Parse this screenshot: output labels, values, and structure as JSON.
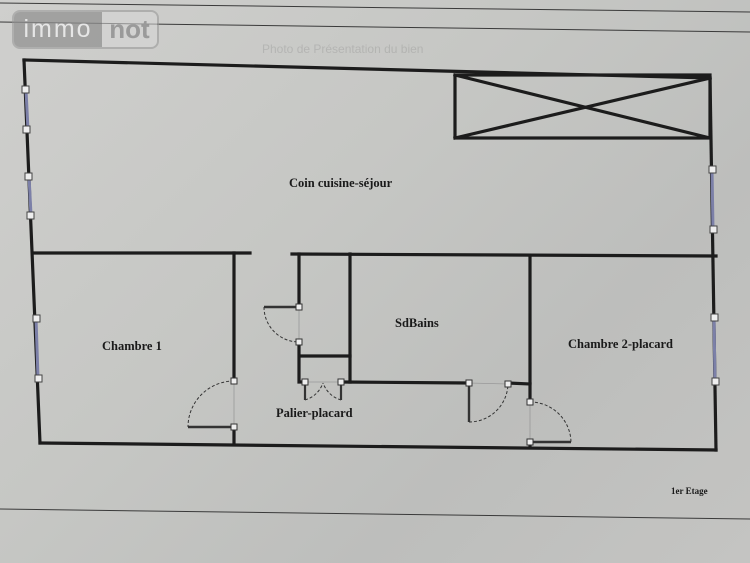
{
  "watermark": {
    "left_text": "immo",
    "right_text": "not"
  },
  "bleed_through_text": "Photo de Présentation du bien",
  "plan": {
    "floor_label": "1er Etage",
    "rooms": [
      {
        "id": "sejour",
        "label": "Coin cuisine-séjour"
      },
      {
        "id": "chambre1",
        "label": "Chambre 1"
      },
      {
        "id": "sdbains",
        "label": "SdBains"
      },
      {
        "id": "chambre2",
        "label": "Chambre 2-placard"
      },
      {
        "id": "palier",
        "label": "Palier-placard"
      }
    ],
    "symbols": {
      "stairwell": "crossed-box-icon",
      "window": "window-icon",
      "door": "door-swing-icon"
    },
    "colors": {
      "wall": "#1c1c1c",
      "window": "#7c80a8",
      "paper": "#c8c8c6"
    }
  }
}
